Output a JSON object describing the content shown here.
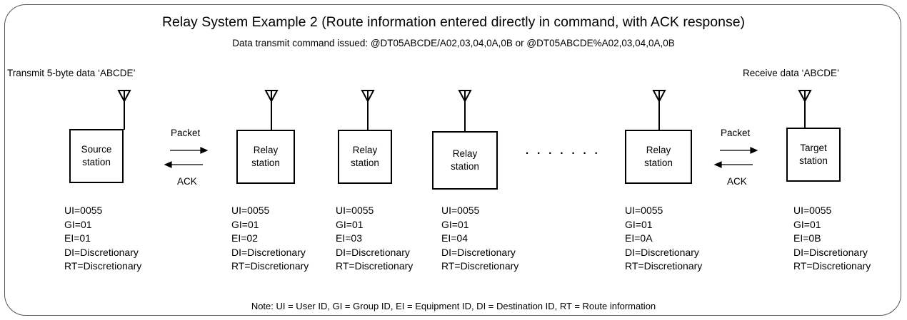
{
  "title": "Relay System Example 2 (Route information entered directly in command, with ACK response)",
  "subtitle": "Data transmit command issued: @DT05ABCDE/A02,03,04,0A,0B or @DT05ABCDE%A02,03,04,0A,0B",
  "transmit_label": "Transmit 5-byte data ‘ABCDE’",
  "receive_label": "Receive data ‘ABCDE’",
  "packet_label": "Packet",
  "ack_label": "ACK",
  "ellipsis": ".......",
  "note": "Note: UI = User ID,  GI = Group ID,  EI = Equipment ID,  DI = Destination ID,  RT = Route information",
  "stations": [
    {
      "label": "Source\nstation",
      "props": "UI=0055\nGI=01\nEI=01\nDI=Discretionary\nRT=Discretionary"
    },
    {
      "label": "Relay\nstation",
      "props": "UI=0055\nGI=01\nEI=02\nDI=Discretionary\nRT=Discretionary"
    },
    {
      "label": "Relay\nstation",
      "props": "UI=0055\nGI=01\nEI=03\nDI=Discretionary\nRT=Discretionary"
    },
    {
      "label": "Relay\nstation",
      "props": "UI=0055\nGI=01\nEI=04\nDI=Discretionary\nRT=Discretionary"
    },
    {
      "label": "Relay\nstation",
      "props": "UI=0055\nGI=01\nEI=0A\nDI=Discretionary\nRT=Discretionary"
    },
    {
      "label": "Target\nstation",
      "props": "UI=0055\nGI=01\nEI=0B\nDI=Discretionary\nRT=Discretionary"
    }
  ]
}
